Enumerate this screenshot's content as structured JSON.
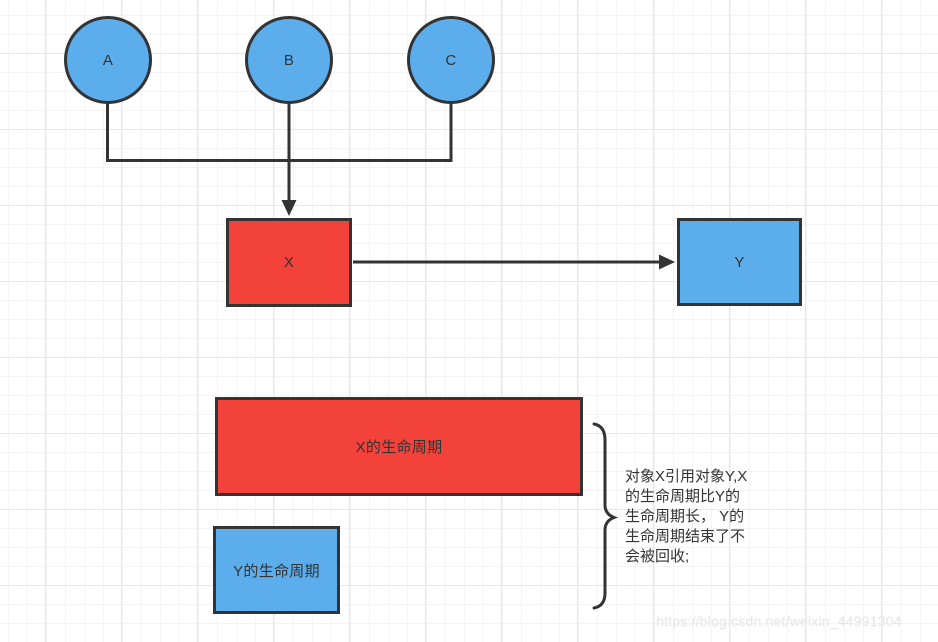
{
  "diagram": {
    "nodes": {
      "a": {
        "label": "A"
      },
      "b": {
        "label": "B"
      },
      "c": {
        "label": "C"
      },
      "x": {
        "label": "X"
      },
      "y": {
        "label": "Y"
      },
      "x_lifecycle": {
        "label": "X的生命周期"
      },
      "y_lifecycle": {
        "label": "Y的生命周期"
      }
    },
    "annotation_text": "对象X引用对象Y,X\n的生命周期比Y的\n生命周期长， Y的\n生命周期结束了不\n会被回收;",
    "watermark": "https://blog.csdn.net/weixin_44991304",
    "colors": {
      "node_blue": "#5badec",
      "node_red": "#f2423a",
      "stroke": "#333333",
      "grid_minor": "#f4f4f4",
      "grid_major": "#e7e7e7"
    }
  }
}
